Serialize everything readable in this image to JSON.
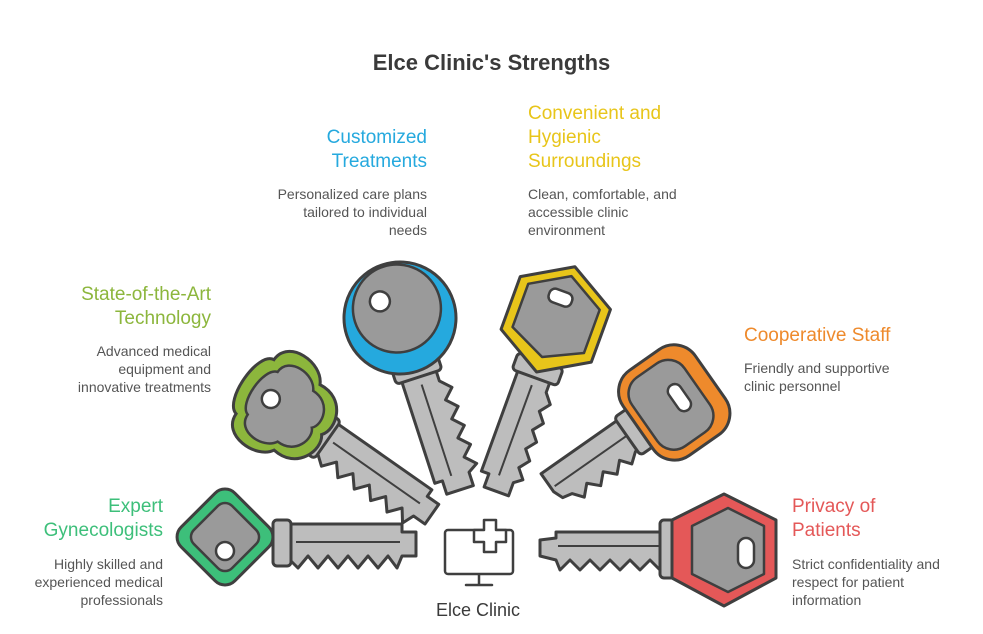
{
  "title": "Elce Clinic's Strengths",
  "center": {
    "label": "Elce Clinic",
    "icon": "monitor-medical-cross-icon"
  },
  "colors": {
    "key_metal": "#bdbdbd",
    "outline": "#3f3f3f",
    "expert": "#3dbf7a",
    "technology": "#8cb63c",
    "customized": "#25a9de",
    "convenient": "#e8c51a",
    "cooperative": "#ee8a2c",
    "privacy": "#e45858"
  },
  "strengths": [
    {
      "id": "expert",
      "title": "Expert Gynecologists",
      "title_lines": [
        "Expert",
        "Gynecologists"
      ],
      "desc_lines": [
        "Highly skilled and",
        "experienced medical",
        "professionals"
      ]
    },
    {
      "id": "technology",
      "title": "State-of-the-Art Technology",
      "title_lines": [
        "State-of-the-Art",
        "Technology"
      ],
      "desc_lines": [
        "Advanced medical",
        "equipment and",
        "innovative treatments"
      ]
    },
    {
      "id": "customized",
      "title": "Customized Treatments",
      "title_lines": [
        "Customized",
        "Treatments"
      ],
      "desc_lines": [
        "Personalized care plans",
        "tailored to individual",
        "needs"
      ]
    },
    {
      "id": "convenient",
      "title": "Convenient and Hygienic Surroundings",
      "title_lines": [
        "Convenient and",
        "Hygienic",
        "Surroundings"
      ],
      "desc_lines": [
        "Clean, comfortable, and",
        "accessible clinic",
        "environment"
      ]
    },
    {
      "id": "cooperative",
      "title": "Cooperative Staff",
      "title_lines": [
        "Cooperative Staff"
      ],
      "desc_lines": [
        "Friendly and supportive",
        "clinic personnel"
      ]
    },
    {
      "id": "privacy",
      "title": "Privacy of Patients",
      "title_lines": [
        "Privacy of",
        "Patients"
      ],
      "desc_lines": [
        "Strict confidentiality and",
        "respect for patient",
        "information"
      ]
    }
  ]
}
